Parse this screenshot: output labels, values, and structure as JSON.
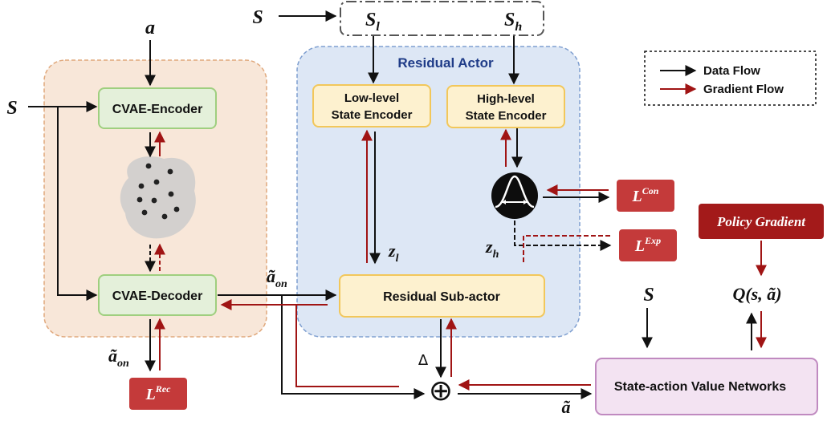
{
  "colors": {
    "data_flow": "#111111",
    "gradient_flow": "#a01414",
    "cvae_region_fill": "#f8e7d9",
    "cvae_region_stroke": "#e0a87c",
    "actor_region_fill": "#dde7f5",
    "actor_region_stroke": "#7f9fd0",
    "green_box_fill": "#e4f0da",
    "green_box_stroke": "#9fcf7f",
    "yellow_box_fill": "#fdf1cf",
    "yellow_box_stroke": "#f2c75a",
    "loss_fill": "#c43a3a",
    "pg_fill": "#a31a1a",
    "value_net_fill": "#f3e3f2",
    "value_net_stroke": "#c08ac0",
    "latent_blob": "#d3d0ce"
  },
  "inputs": {
    "a": "a",
    "s_left": "S",
    "s_top": "S",
    "s_right": "S",
    "s_low_base": "S",
    "s_low_sub": "l",
    "s_high_base": "S",
    "s_high_sub": "h"
  },
  "cvae": {
    "encoder_label": "CVAE-Encoder",
    "decoder_label": "CVAE-Decoder"
  },
  "residual_actor": {
    "title": "Residual Actor",
    "low_encoder_line1": "Low-level",
    "low_encoder_line2": "State Encoder",
    "high_encoder_line1": "High-level",
    "high_encoder_line2": "State Encoder",
    "sub_actor_label": "Residual Sub-actor",
    "z_low_base": "z",
    "z_low_sub": "l",
    "z_high_base": "z",
    "z_high_sub": "h"
  },
  "losses": {
    "rec": {
      "base": "L",
      "sup": "Rec"
    },
    "con": {
      "base": "L",
      "sup": "Con"
    },
    "exp": {
      "base": "L",
      "sup": "Exp"
    }
  },
  "actions": {
    "a_tilde_on_top_base": "ã",
    "a_tilde_on_top_sub": "on",
    "a_tilde_on_bottom_base": "ã",
    "a_tilde_on_bottom_sub": "on",
    "a_tilde_final": "ã",
    "delta": "Δ",
    "plus": "⊕"
  },
  "critic": {
    "policy_gradient": "Policy Gradient",
    "q_label": "Q(s, ã)",
    "value_networks": "State-action Value Networks"
  },
  "legend": {
    "data_flow": "Data Flow",
    "gradient_flow": "Gradient Flow"
  }
}
